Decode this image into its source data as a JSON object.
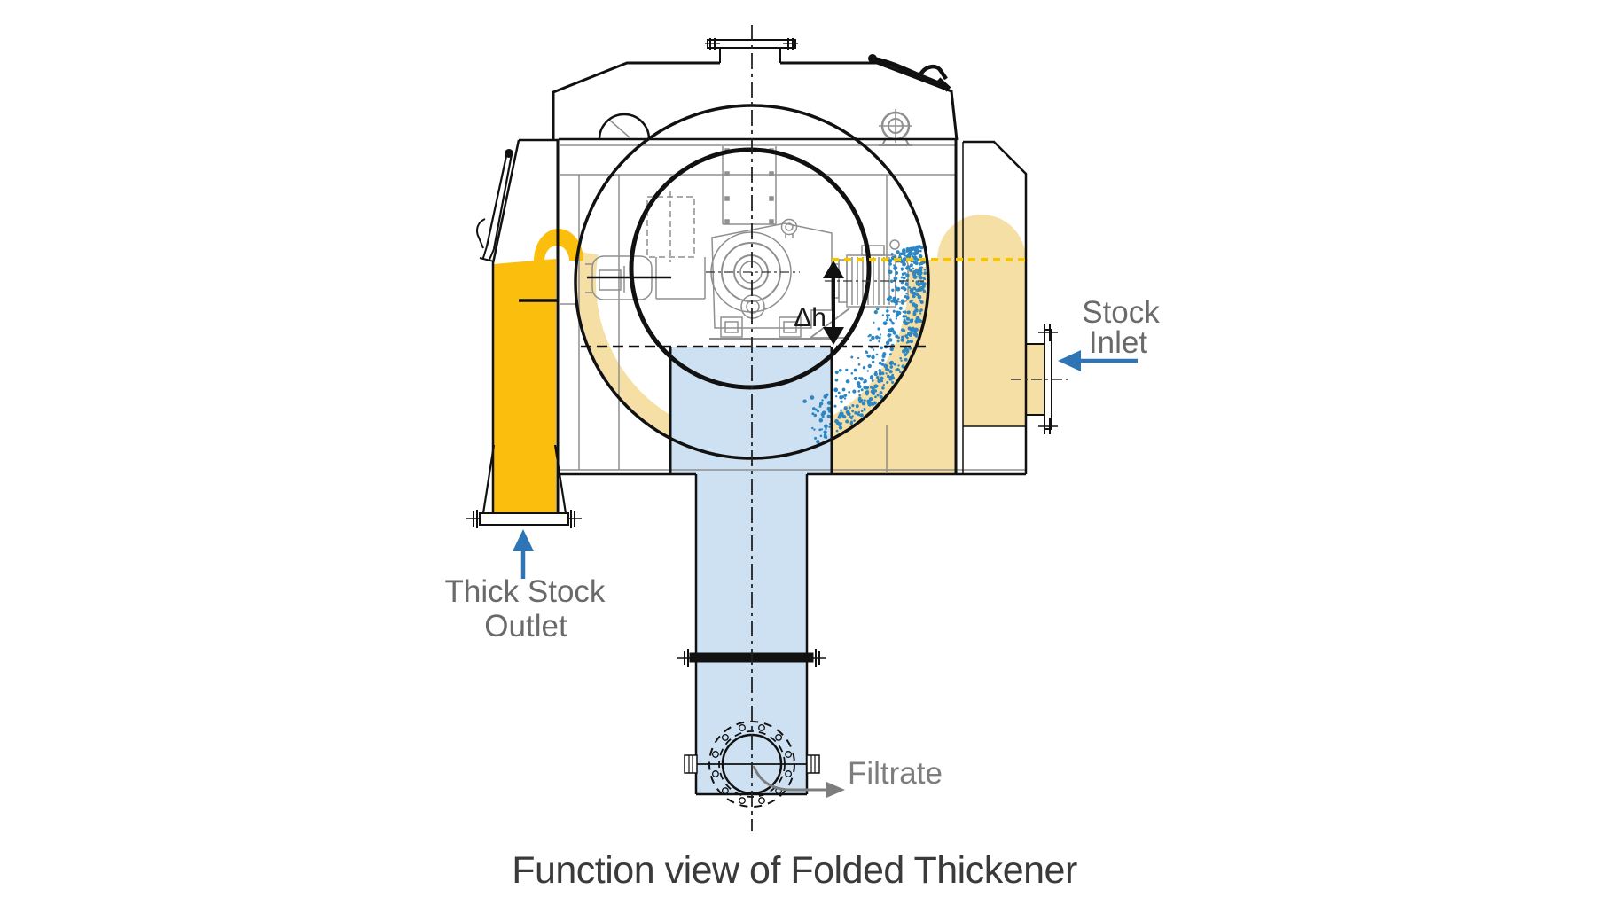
{
  "diagram": {
    "title": "Function view of Folded Thickener",
    "labels": {
      "stock_inlet": {
        "line1": "Stock",
        "line2": "Inlet"
      },
      "thick_stock_outlet": {
        "line1": "Thick Stock",
        "line2": "Outlet"
      },
      "filtrate": "Filtrate",
      "delta_h": "Δh"
    },
    "colors": {
      "gold": "#FBBE0C",
      "tan": "#F6DFA4",
      "light_blue": "#CDE1F3",
      "spray_blue": "#2E86C3",
      "arrow_blue": "#2E75B6",
      "label_gray": "#6A6A6A",
      "leader_gray": "#7D7D7D",
      "level_dash_yellow": "#F6C500",
      "line_black": "#111111",
      "machine_gray": "#8F8F8F",
      "title_color": "#3A3A3A"
    }
  }
}
